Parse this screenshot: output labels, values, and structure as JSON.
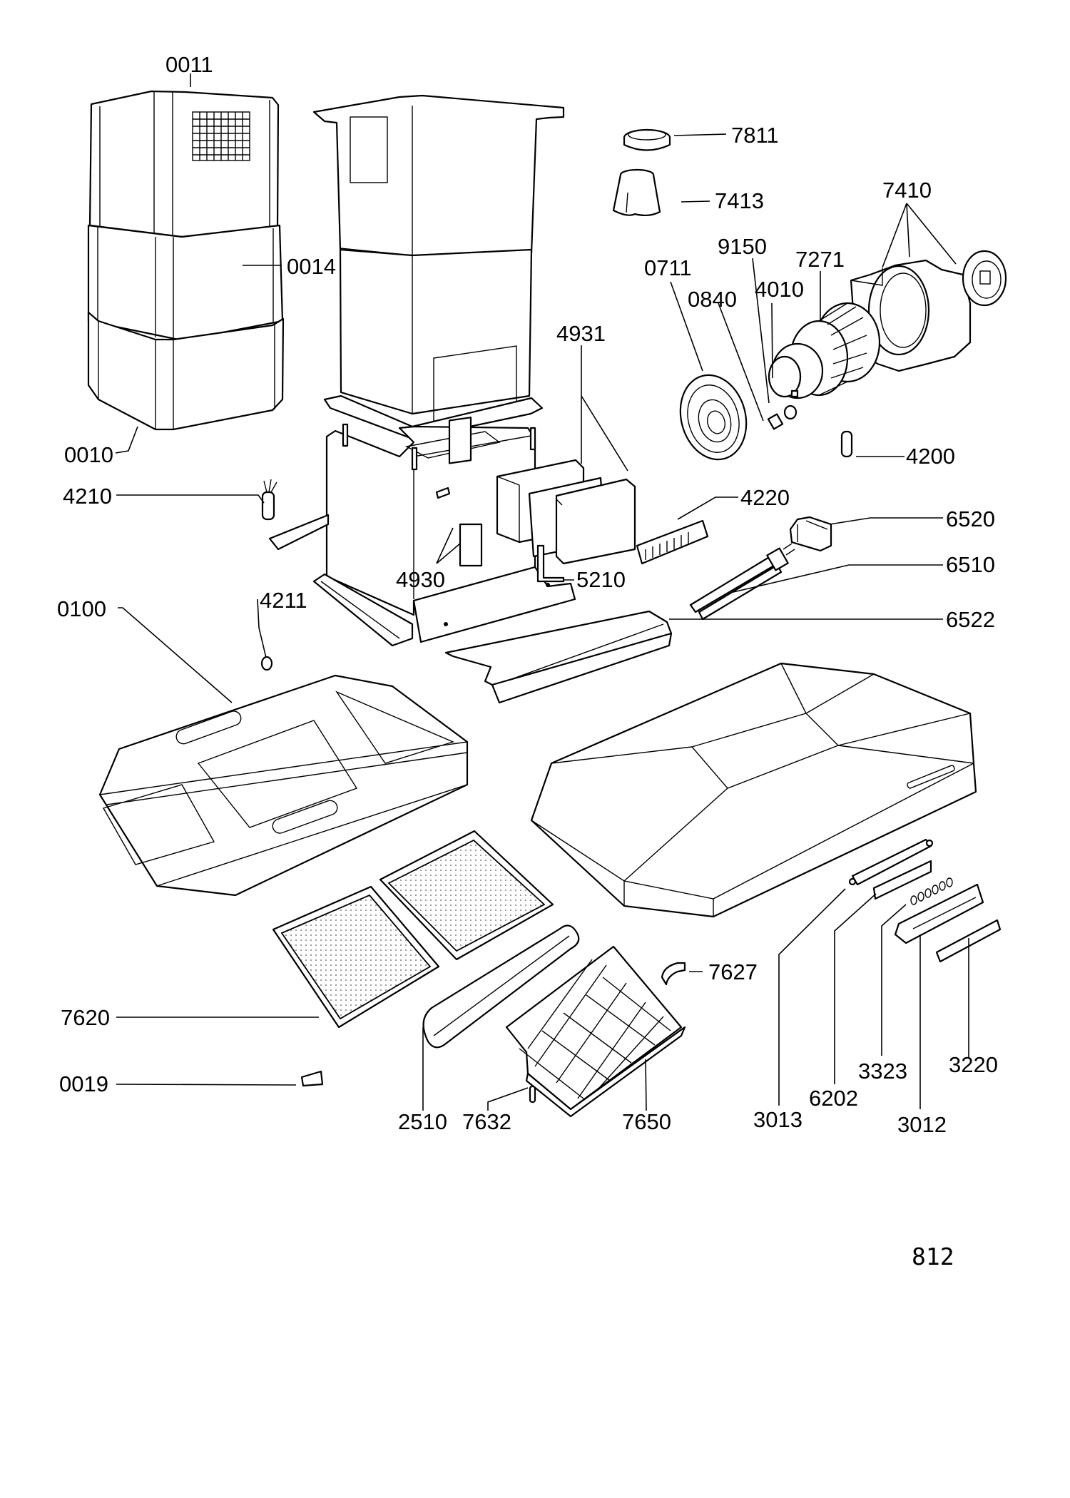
{
  "document": {
    "type": "exploded parts diagram",
    "subject": "island cooker hood",
    "page_number": "812"
  },
  "parts": [
    {
      "id": "chimney-upper",
      "label": "0011"
    },
    {
      "id": "chimney-middle",
      "label": "0014"
    },
    {
      "id": "chimney-lower",
      "label": "0010"
    },
    {
      "id": "top-ring",
      "label": "7811"
    },
    {
      "id": "reducer",
      "label": "7413"
    },
    {
      "id": "fan-housing",
      "label": "7410"
    },
    {
      "id": "impeller",
      "label": "7271"
    },
    {
      "id": "motor",
      "label": "4010"
    },
    {
      "id": "nut",
      "label": "9150"
    },
    {
      "id": "spacer",
      "label": "0840"
    },
    {
      "id": "motor-cover",
      "label": "0711"
    },
    {
      "id": "control-box-covers",
      "label": "4931"
    },
    {
      "id": "capacitor-4200",
      "label": "4200"
    },
    {
      "id": "capacitor-4210",
      "label": "4210"
    },
    {
      "id": "terminal-block",
      "label": "4220"
    },
    {
      "id": "lamp-holder",
      "label": "6520"
    },
    {
      "id": "lamp",
      "label": "6510"
    },
    {
      "id": "lamp-cover",
      "label": "6522"
    },
    {
      "id": "electronic-boards",
      "label": "4930"
    },
    {
      "id": "bracket",
      "label": "5210"
    },
    {
      "id": "grommet",
      "label": "4211"
    },
    {
      "id": "inner-frame",
      "label": "0100"
    },
    {
      "id": "grease-filter",
      "label": "7620"
    },
    {
      "id": "seal",
      "label": "2510"
    },
    {
      "id": "screw",
      "label": "7632"
    },
    {
      "id": "carbon-filter",
      "label": "7650"
    },
    {
      "id": "clip",
      "label": "7627"
    },
    {
      "id": "foot",
      "label": "0019"
    },
    {
      "id": "switch-frame",
      "label": "3013"
    },
    {
      "id": "switch-plate",
      "label": "6202"
    },
    {
      "id": "push-buttons",
      "label": "3323"
    },
    {
      "id": "switch-panel",
      "label": "3012"
    },
    {
      "id": "button-strip",
      "label": "3220"
    }
  ]
}
